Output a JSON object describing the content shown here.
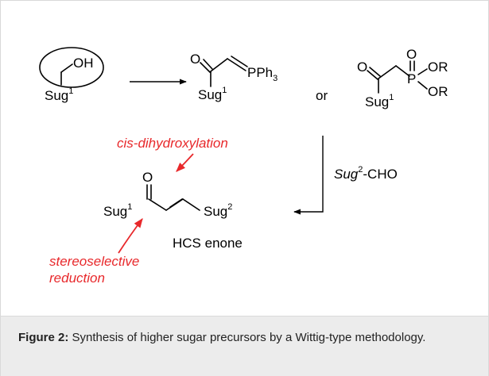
{
  "scheme": {
    "start": {
      "oh": "OH",
      "sug": "Sug",
      "sup": "1"
    },
    "ylide": {
      "carbonyl_o": "O",
      "pph3": "PPh",
      "pph3_sub": "3",
      "sug": "Sug",
      "sup": "1"
    },
    "or_label": "or",
    "phosphonate": {
      "carbonyl_o": "O",
      "p_o": "O",
      "p": "P",
      "or1": "OR",
      "or2": "OR",
      "sug": "Sug",
      "sup": "1"
    },
    "reagent": {
      "sug": "Sug",
      "sup": "2",
      "rest": "-CHO"
    },
    "enone": {
      "carbonyl_o": "O",
      "left_sug": "Sug",
      "left_sup": "1",
      "right_sug": "Sug",
      "right_sup": "2",
      "name": "HCS enone"
    },
    "annotations": {
      "dihydroxylation": "cis-dihydroxylation",
      "reduction_line1": "stereoselective",
      "reduction_line2": "reduction"
    }
  },
  "caption": {
    "label": "Figure 2:",
    "text": " Synthesis of higher sugar precursors by a Wittig-type methodology."
  },
  "colors": {
    "annotation": "#e8282b",
    "caption_bg": "#ececec"
  }
}
